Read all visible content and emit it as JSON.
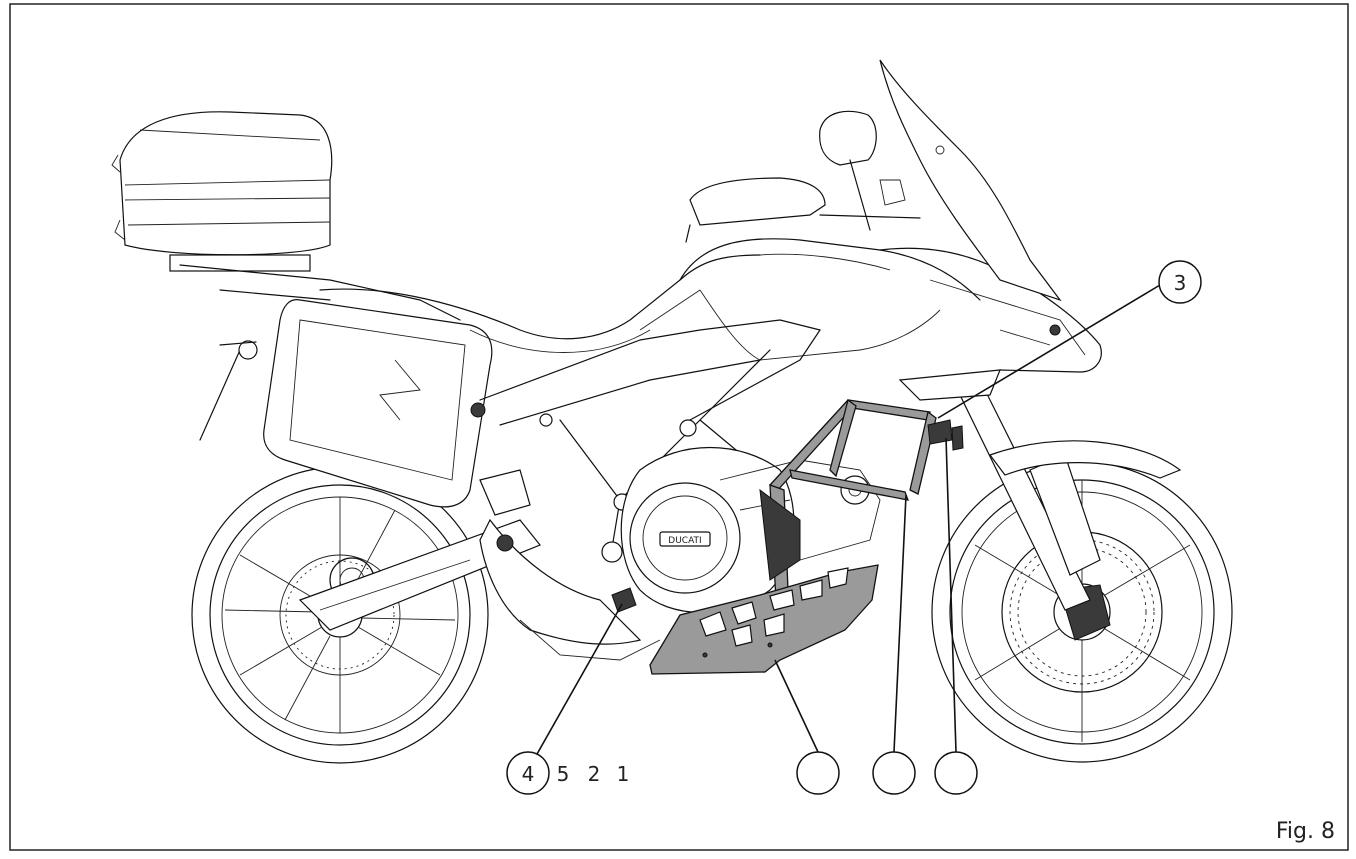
{
  "figure": {
    "label": "Fig. 8"
  },
  "callouts": [
    {
      "id": "c3",
      "text": "3"
    },
    {
      "id": "c4",
      "text": "4"
    },
    {
      "id": "c5",
      "text": "5"
    },
    {
      "id": "c2",
      "text": "2"
    },
    {
      "id": "c1",
      "text": "1"
    },
    {
      "id": "blank-a",
      "text": ""
    },
    {
      "id": "blank-b",
      "text": ""
    },
    {
      "id": "blank-c",
      "text": ""
    }
  ],
  "engine_logo_text": "DUCATI"
}
